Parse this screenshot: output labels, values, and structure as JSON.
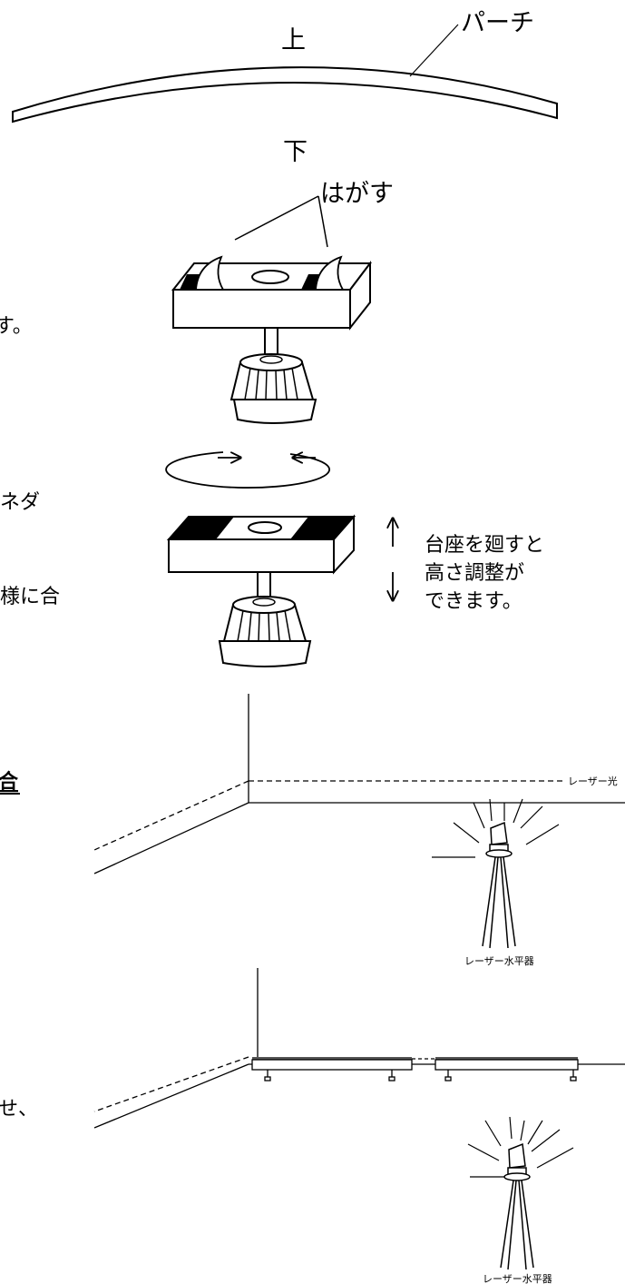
{
  "labels": {
    "top": "上",
    "bottom": "下",
    "perch": "パーチ",
    "peel": "はがす",
    "adjust_line1": "台座を廻すと",
    "adjust_line2": "高さ調整が",
    "adjust_line3": "できます。",
    "laser_light": "レーザー光",
    "laser_level_1": "レーザー水平器",
    "laser_level_2": "レーザー水平器"
  },
  "cut_text": {
    "t1": "す。",
    "t2": "ネダ",
    "t3": "様に合",
    "t4": "合",
    "t5": "。",
    "t6": "せ、"
  }
}
